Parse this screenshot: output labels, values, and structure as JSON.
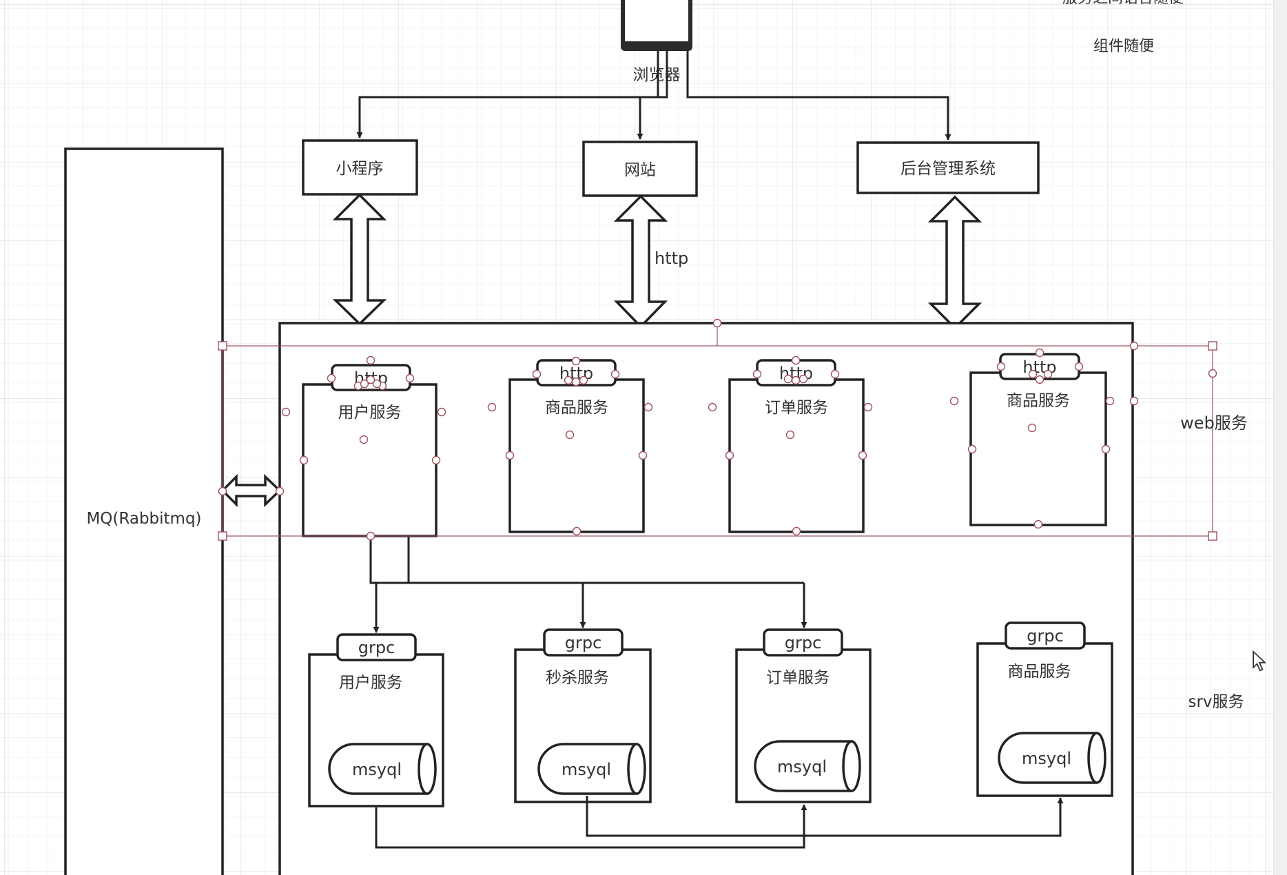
{
  "canvas": {
    "background": "#ffffff",
    "grid_color": "#e6e6e6",
    "stroke_color": "#222222",
    "selection_color": "#a0505a"
  },
  "annotations": {
    "top_note": "服务之间语言随便",
    "components_note": "组件随便",
    "web_layer_label": "web服务",
    "srv_layer_label": "srv服务"
  },
  "client": {
    "browser_label": "浏览器",
    "apps": [
      {
        "label": "小程序"
      },
      {
        "label": "网站"
      },
      {
        "label": "后台管理系统"
      }
    ],
    "protocol_label": "http"
  },
  "mq": {
    "label": "MQ(Rabbitmq)"
  },
  "web_services": [
    {
      "protocol": "http",
      "name": "用户服务"
    },
    {
      "protocol": "http",
      "name": "商品服务"
    },
    {
      "protocol": "http",
      "name": "订单服务"
    },
    {
      "protocol": "http",
      "name": "商品服务"
    }
  ],
  "srv_services": [
    {
      "protocol": "grpc",
      "name": "用户服务",
      "db": "msyql"
    },
    {
      "protocol": "grpc",
      "name": "秒杀服务",
      "db": "msyql"
    },
    {
      "protocol": "grpc",
      "name": "订单服务",
      "db": "msyql"
    },
    {
      "protocol": "grpc",
      "name": "商品服务",
      "db": "msyql"
    }
  ]
}
